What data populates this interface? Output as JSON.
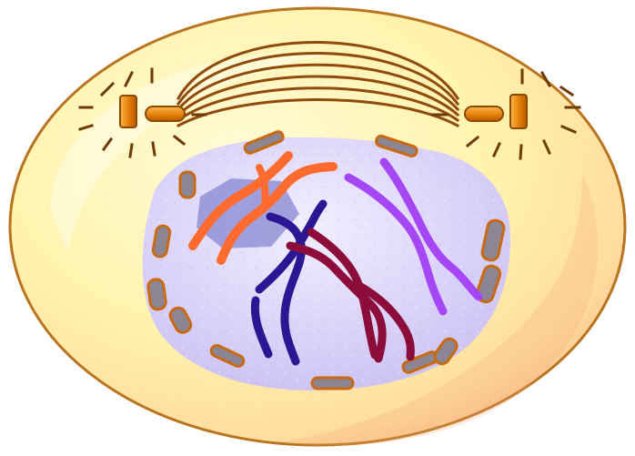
{
  "cell": {
    "phase": "prophase",
    "visible_text": [],
    "structures": {
      "centrosome_count": 2,
      "centriole_count_per_centrosome": 2,
      "chromosome_count": 4,
      "nuclear_envelope_fragment_count": 12,
      "has_nucleolus_remnant": true,
      "has_spindle_fibers": true,
      "has_aster_rays": true
    },
    "palette": {
      "page_background": "#ffffff",
      "cell_fill": "#fff3ad",
      "cell_fill_light": "#fffbd6",
      "cell_shadow": "#f4b07f",
      "cell_outline": "#b8741e",
      "spindle": "#8f4a0c",
      "centriole": "#e27d06",
      "centriole_highlight": "#ffb64c",
      "nucleus_fill": "#d8d0f8",
      "nucleus_highlight": "#f2efff",
      "nuclear_envelope": "#8c8594",
      "nuclear_envelope_outline": "#c96a11",
      "nucleolus": "#8b8ad2",
      "chromosome_orange": "#ff6b2e",
      "chromosome_violet": "#a547f5",
      "chromosome_navy": "#2c1693",
      "chromosome_maroon": "#8d0d3a"
    }
  }
}
